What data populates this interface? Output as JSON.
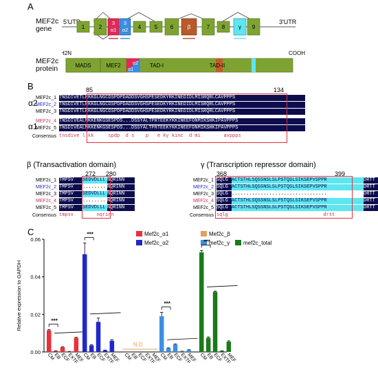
{
  "panels": {
    "a": "A",
    "b": "B",
    "c": "C"
  },
  "gene": {
    "title_line1": "MEF2c",
    "title_line2": "gene",
    "utr5": "5'UTR",
    "utr3": "3'UTR",
    "exons": [
      "1",
      "2",
      "3",
      "3",
      "4",
      "5",
      "6",
      "β",
      "7",
      "8",
      "γ",
      "9"
    ],
    "exon3_sub1": "α1",
    "exon3_sub2": "α2"
  },
  "protein": {
    "title_line1": "MEF2c",
    "title_line2": "protein",
    "n_term": "H2N",
    "c_term": "COOH",
    "domains": [
      "MADS",
      "MEF2",
      "α2",
      "α1",
      "TAD-I",
      "TAD-II"
    ]
  },
  "alignment_b": {
    "group_labels": [
      "α2",
      "α1"
    ],
    "start_pos": "85",
    "end_pos": "134",
    "rows": [
      {
        "name": "MEF2c_1",
        "seq": "TNSDIVETLRKKGLNGCDSPDPDADDSVGHSPESEDKYRKINEDIDLMISRQRLCAVPPPS"
      },
      {
        "name": "MEF2c_2",
        "seq": "TNSDIVETLRKKGLNGCDSPDPDADDSVGHSPESEDKYRKINEDIDLMISRQRLCAVPPPS"
      },
      {
        "name": "MEF2c_3",
        "seq": "TNSDIVETLRKKGLNGCDSPDPDADDSVGHSPESEDKYRKINEDIDLMISRQRLCAVPPPS"
      },
      {
        "name": "MEF2c_4",
        "seq": "TNSDIVEALNKKENKGSESPDS...DSSYALTPRTEEKYKKINEEFDNMIKSHKIPAVPPPS"
      },
      {
        "name": "MEF2c_5",
        "seq": "TNSDIVEALNKKENKGSESPDS...DSSYALTPRTEEKYKKINEEFDNMIKSHKIPAVPPPS"
      }
    ],
    "consensus_label": "Consensus",
    "consensus": "tnsdive l kk     spdp  d s    p   e ky kinc  d mi        avppps"
  },
  "beta_domain": {
    "title": "β (Transactivation domain)",
    "start_pos": "272",
    "end_pos": "280",
    "rows": [
      {
        "name": "MEF2c_1",
        "pre": "TMPSV",
        "mid": "SEDVDLLL",
        "post": "NQRINN"
      },
      {
        "name": "MEF2c_2",
        "pre": "TMPSV",
        "mid": "........",
        "post": "NQRINN"
      },
      {
        "name": "MEF2c_3",
        "pre": "TMPSV",
        "mid": "SEDVDLLL",
        "post": "NQRINN"
      },
      {
        "name": "MEF2c_4",
        "pre": "TMPSV",
        "mid": "........",
        "post": "NQRINN"
      },
      {
        "name": "MEF2c_5",
        "pre": "TMPSV",
        "mid": "SEDVDLLL",
        "post": "NQRINN"
      }
    ],
    "consensus_label": "Consensus",
    "consensus": "tmpsv        nqrinn"
  },
  "gamma_domain": {
    "title": "γ (Transcription repressor domain)",
    "start_pos": "368",
    "end_pos": "399",
    "rows": [
      {
        "name": "MEF2c_1",
        "pre": "SQLG",
        "mid": "ACTSTHLSQSSNSLSLPSTQSLSIKSEPVSPPR",
        "post": "DRTT"
      },
      {
        "name": "MEF2c_2",
        "pre": "SQLG",
        "mid": "ACTSTHLSQSSNSLSLPSTQSLSIKSEPVSPPR",
        "post": "DRTT"
      },
      {
        "name": "MEF2c_3",
        "pre": "SQLG",
        "mid": ".................................",
        "post": "DRTT"
      },
      {
        "name": "MEF2c_4",
        "pre": "SQLG",
        "mid": "ACTSTHLSQSSNSLSLPSTQSLSIKSEPVSPPR",
        "post": "DRTT"
      },
      {
        "name": "MEF2c_5",
        "pre": "SQLG",
        "mid": "ACTSTHLSQSSNSLSLPSTQSLSIKSEPVSPPR",
        "post": "DRTT"
      }
    ],
    "consensus_label": "Consensus",
    "consensus": "sqlg                                 drtt"
  },
  "chart_data": {
    "type": "bar",
    "ylabel": "Relative expression to GAPDH",
    "ylim": [
      0,
      0.06
    ],
    "yticks": [
      "0.00",
      "0.02",
      "0.04",
      "0.06"
    ],
    "yticks_values": [
      0,
      0.02,
      0.04,
      0.06
    ],
    "categories": [
      "CM",
      "EB",
      "ECF",
      "EXTF",
      "MEF"
    ],
    "series": [
      {
        "name": "Mef2c_α1",
        "color": "#e8313b",
        "values": [
          0.0115,
          0.0005,
          0.0025,
          0.0002,
          0.0075
        ],
        "errors": [
          0.0004,
          0.0001,
          0.0002,
          0.0001,
          0.0003
        ]
      },
      {
        "name": "Mef2c_α2",
        "color": "#1f28c9",
        "values": [
          0.052,
          0.0035,
          0.016,
          0.0008,
          0.006
        ],
        "errors": [
          0.006,
          0.0003,
          0.002,
          0.0002,
          0.0006
        ]
      },
      {
        "name": "Mef2c_β",
        "color": "#e0a060",
        "values": [
          0,
          0,
          0,
          0,
          0
        ],
        "errors": [
          0,
          0,
          0,
          0,
          0
        ]
      },
      {
        "name": "mef2c_γ",
        "color": "#3d8fe0",
        "values": [
          0.019,
          0.002,
          0.004,
          0.0003,
          0.001
        ],
        "errors": [
          0.002,
          0.0002,
          0.0003,
          0.0001,
          0.0002
        ]
      },
      {
        "name": "mef2c_total",
        "color": "#1a7a1a",
        "values": [
          0.053,
          0.0075,
          0.032,
          0.0005,
          0.0055
        ],
        "errors": [
          0.001,
          0.0005,
          0.0004,
          0.0001,
          0.0004
        ]
      }
    ],
    "legend_order": [
      "Mef2c_α1",
      "Mef2c_α2",
      "Mef2c_β",
      "mef2c_γ",
      "mef2c_total"
    ],
    "significance": "***",
    "nd_label": "N.D",
    "grid": false,
    "legend": "top"
  }
}
